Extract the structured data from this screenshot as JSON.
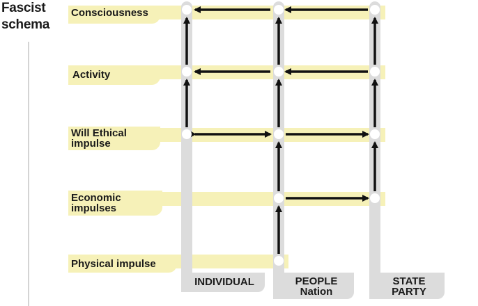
{
  "title": {
    "line1": "Fascist",
    "line2": "schema"
  },
  "rows": [
    {
      "id": "consciousness",
      "line1": "Consciousness",
      "line2": ""
    },
    {
      "id": "activity",
      "line1": "Activity",
      "line2": ""
    },
    {
      "id": "will",
      "line1": "Will Ethical",
      "line2": "impulse"
    },
    {
      "id": "economic",
      "line1": "Economic",
      "line2": "impulses"
    },
    {
      "id": "physical",
      "line1": "Physical impulse",
      "line2": ""
    }
  ],
  "columns": [
    {
      "id": "individual",
      "line1": "INDIVIDUAL",
      "line2": ""
    },
    {
      "id": "people",
      "line1": "PEOPLE",
      "line2": "Nation"
    },
    {
      "id": "state",
      "line1": "STATE",
      "line2": "PARTY"
    }
  ],
  "colors": {
    "band": "#f6f1b8",
    "column": "#dcdcdc",
    "arrow": "#111111",
    "node": "#ffffff"
  }
}
